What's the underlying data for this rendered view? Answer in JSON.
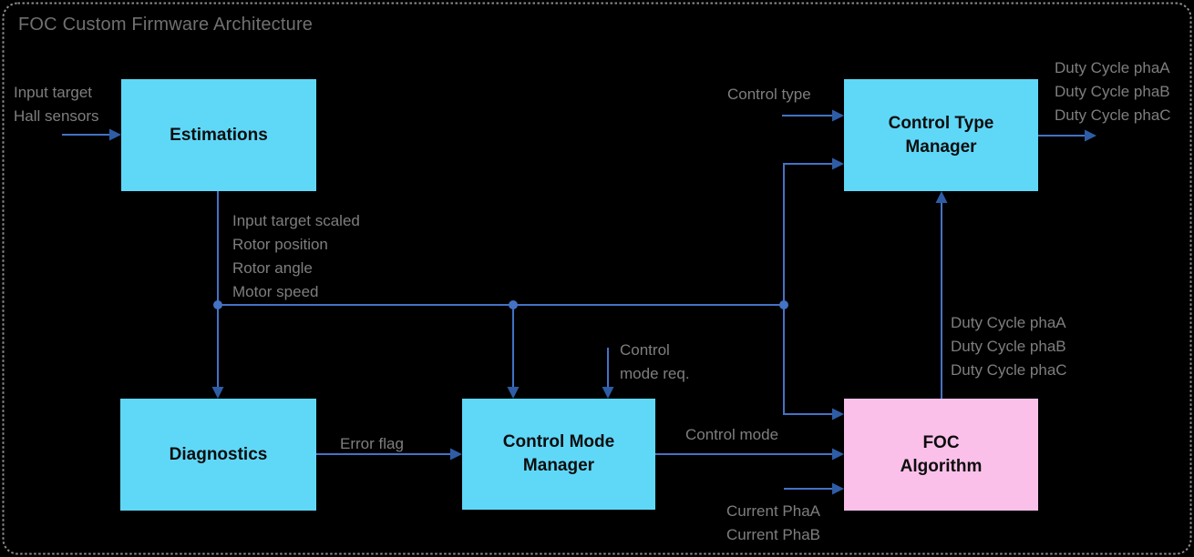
{
  "title": "FOC Custom Firmware Architecture",
  "colors": {
    "background": "#000000",
    "box_cyan": "#5FD8F8",
    "box_pink": "#FBC0E9",
    "arrow_line": "#4472C4",
    "arrow_head": "#2E5DA6",
    "junction_dot": "#4472C4",
    "label_gray": "#7E7E7E",
    "title_gray": "#707070",
    "block_text": "#0D0D0D",
    "frame_border": "#8C8C8C"
  },
  "blocks": {
    "estimations": {
      "label": "Estimations"
    },
    "control_type_manager": {
      "line1": "Control Type",
      "line2": "Manager"
    },
    "diagnostics": {
      "label": "Diagnostics"
    },
    "control_mode_manager": {
      "line1": "Control Mode",
      "line2": "Manager"
    },
    "foc_algorithm": {
      "line1": "FOC",
      "line2": "Algorithm"
    }
  },
  "labels": {
    "input_target": "Input target",
    "hall_sensors": "Hall sensors",
    "control_type": "Control type",
    "duty_top": [
      "Duty Cycle phaA",
      "Duty Cycle phaB",
      "Duty Cycle phaC"
    ],
    "bus_outputs": [
      "Input target scaled",
      "Rotor position",
      "Rotor angle",
      "Motor speed"
    ],
    "control_mode_req_line1": "Control",
    "control_mode_req_line2": "mode req.",
    "error_flag": "Error flag",
    "control_mode": "Control mode",
    "duty_mid": [
      "Duty Cycle phaA",
      "Duty Cycle phaB",
      "Duty Cycle phaC"
    ],
    "current_phaa": "Current PhaA",
    "current_phab": "Current PhaB"
  }
}
